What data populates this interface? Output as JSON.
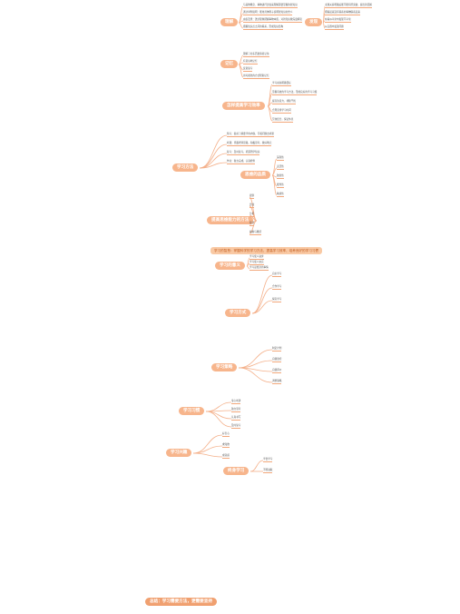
{
  "mindmap": {
    "colors": {
      "branch": "#f7b58c",
      "branch_dark": "#f0a070",
      "line": "#f4b08a",
      "text": "#444444",
      "emphasis": "#d2572e"
    },
    "branches": [
      {
        "label": "理解",
        "children": [
          "与其他概念、事物进行比较来理解需要掌握的新知识",
          "通过举例说明：能用具体例子说明新知识的含义",
          "由表及里：透过现象把握事物本质，对新知识做深度解读",
          "把握知识点之间的联系，形成知识结构"
        ]
      },
      {
        "label": "发现",
        "children": [
          "主题关系明确后能不能有所突破、提出新见解",
          "把看起来没有联系的事物联系起来",
          "在看似平常中发现不平常",
          "从实践中发现问题"
        ]
      },
      {
        "label": "记忆",
        "children": [
          "理解了的东西更容易记住",
          "有意识地记忆",
          "反复复习",
          "用可视化的方式帮助记忆"
        ]
      },
      {
        "label": "怎样提高学习效率",
        "children": [
          "学习前先明确目标",
          "掌握有效的学习方法，形成良好的学习习惯",
          "提高注意力，排除干扰",
          "合理安排学习时间",
          "劳逸结合，保证休息"
        ]
      },
      {
        "label": "学习方法",
        "children": [
          "预习：提前了解要学的内容，带着问题去听课",
          "听课：紧跟老师思路，积极思考，做好笔记",
          "复习：及时复习，巩固所学知识",
          "作业：独立完成，认真检查"
        ]
      },
      {
        "label": "思维的品质",
        "children": [
          "深刻性",
          "灵活性",
          "独创性",
          "批判性",
          "敏捷性"
        ]
      },
      {
        "label": "提高思维能力的方法",
        "children": [
          "观察",
          "比较",
          "分析",
          "综合",
          "抽象与概括"
        ]
      },
      {
        "label": "学习的意义",
        "children": [
          "学习使人进步",
          "学习使人充实",
          "学习是终身的事情"
        ]
      }
    ],
    "center": "学习的智慧：掌握科学的学习方法，提高学习效率，培养良好的学习习惯",
    "lower": [
      {
        "label": "学习方式",
        "children": [
          "自主学习",
          "合作学习",
          "探究学习"
        ]
      },
      {
        "label": "学习策略",
        "children": [
          "制定计划",
          "自我监控",
          "自我评价",
          "调整策略"
        ]
      },
      {
        "label": "学习习惯",
        "children": [
          "专心听讲",
          "独立思考",
          "认真书写",
          "及时复习"
        ]
      },
      {
        "label": "学习兴趣",
        "children": [
          "好奇心",
          "求知欲",
          "成就感"
        ]
      },
      {
        "label": "终身学习",
        "children": [
          "学会学习",
          "不断进取"
        ]
      }
    ],
    "summary": "总结：学习需要方法，更需要坚持"
  }
}
